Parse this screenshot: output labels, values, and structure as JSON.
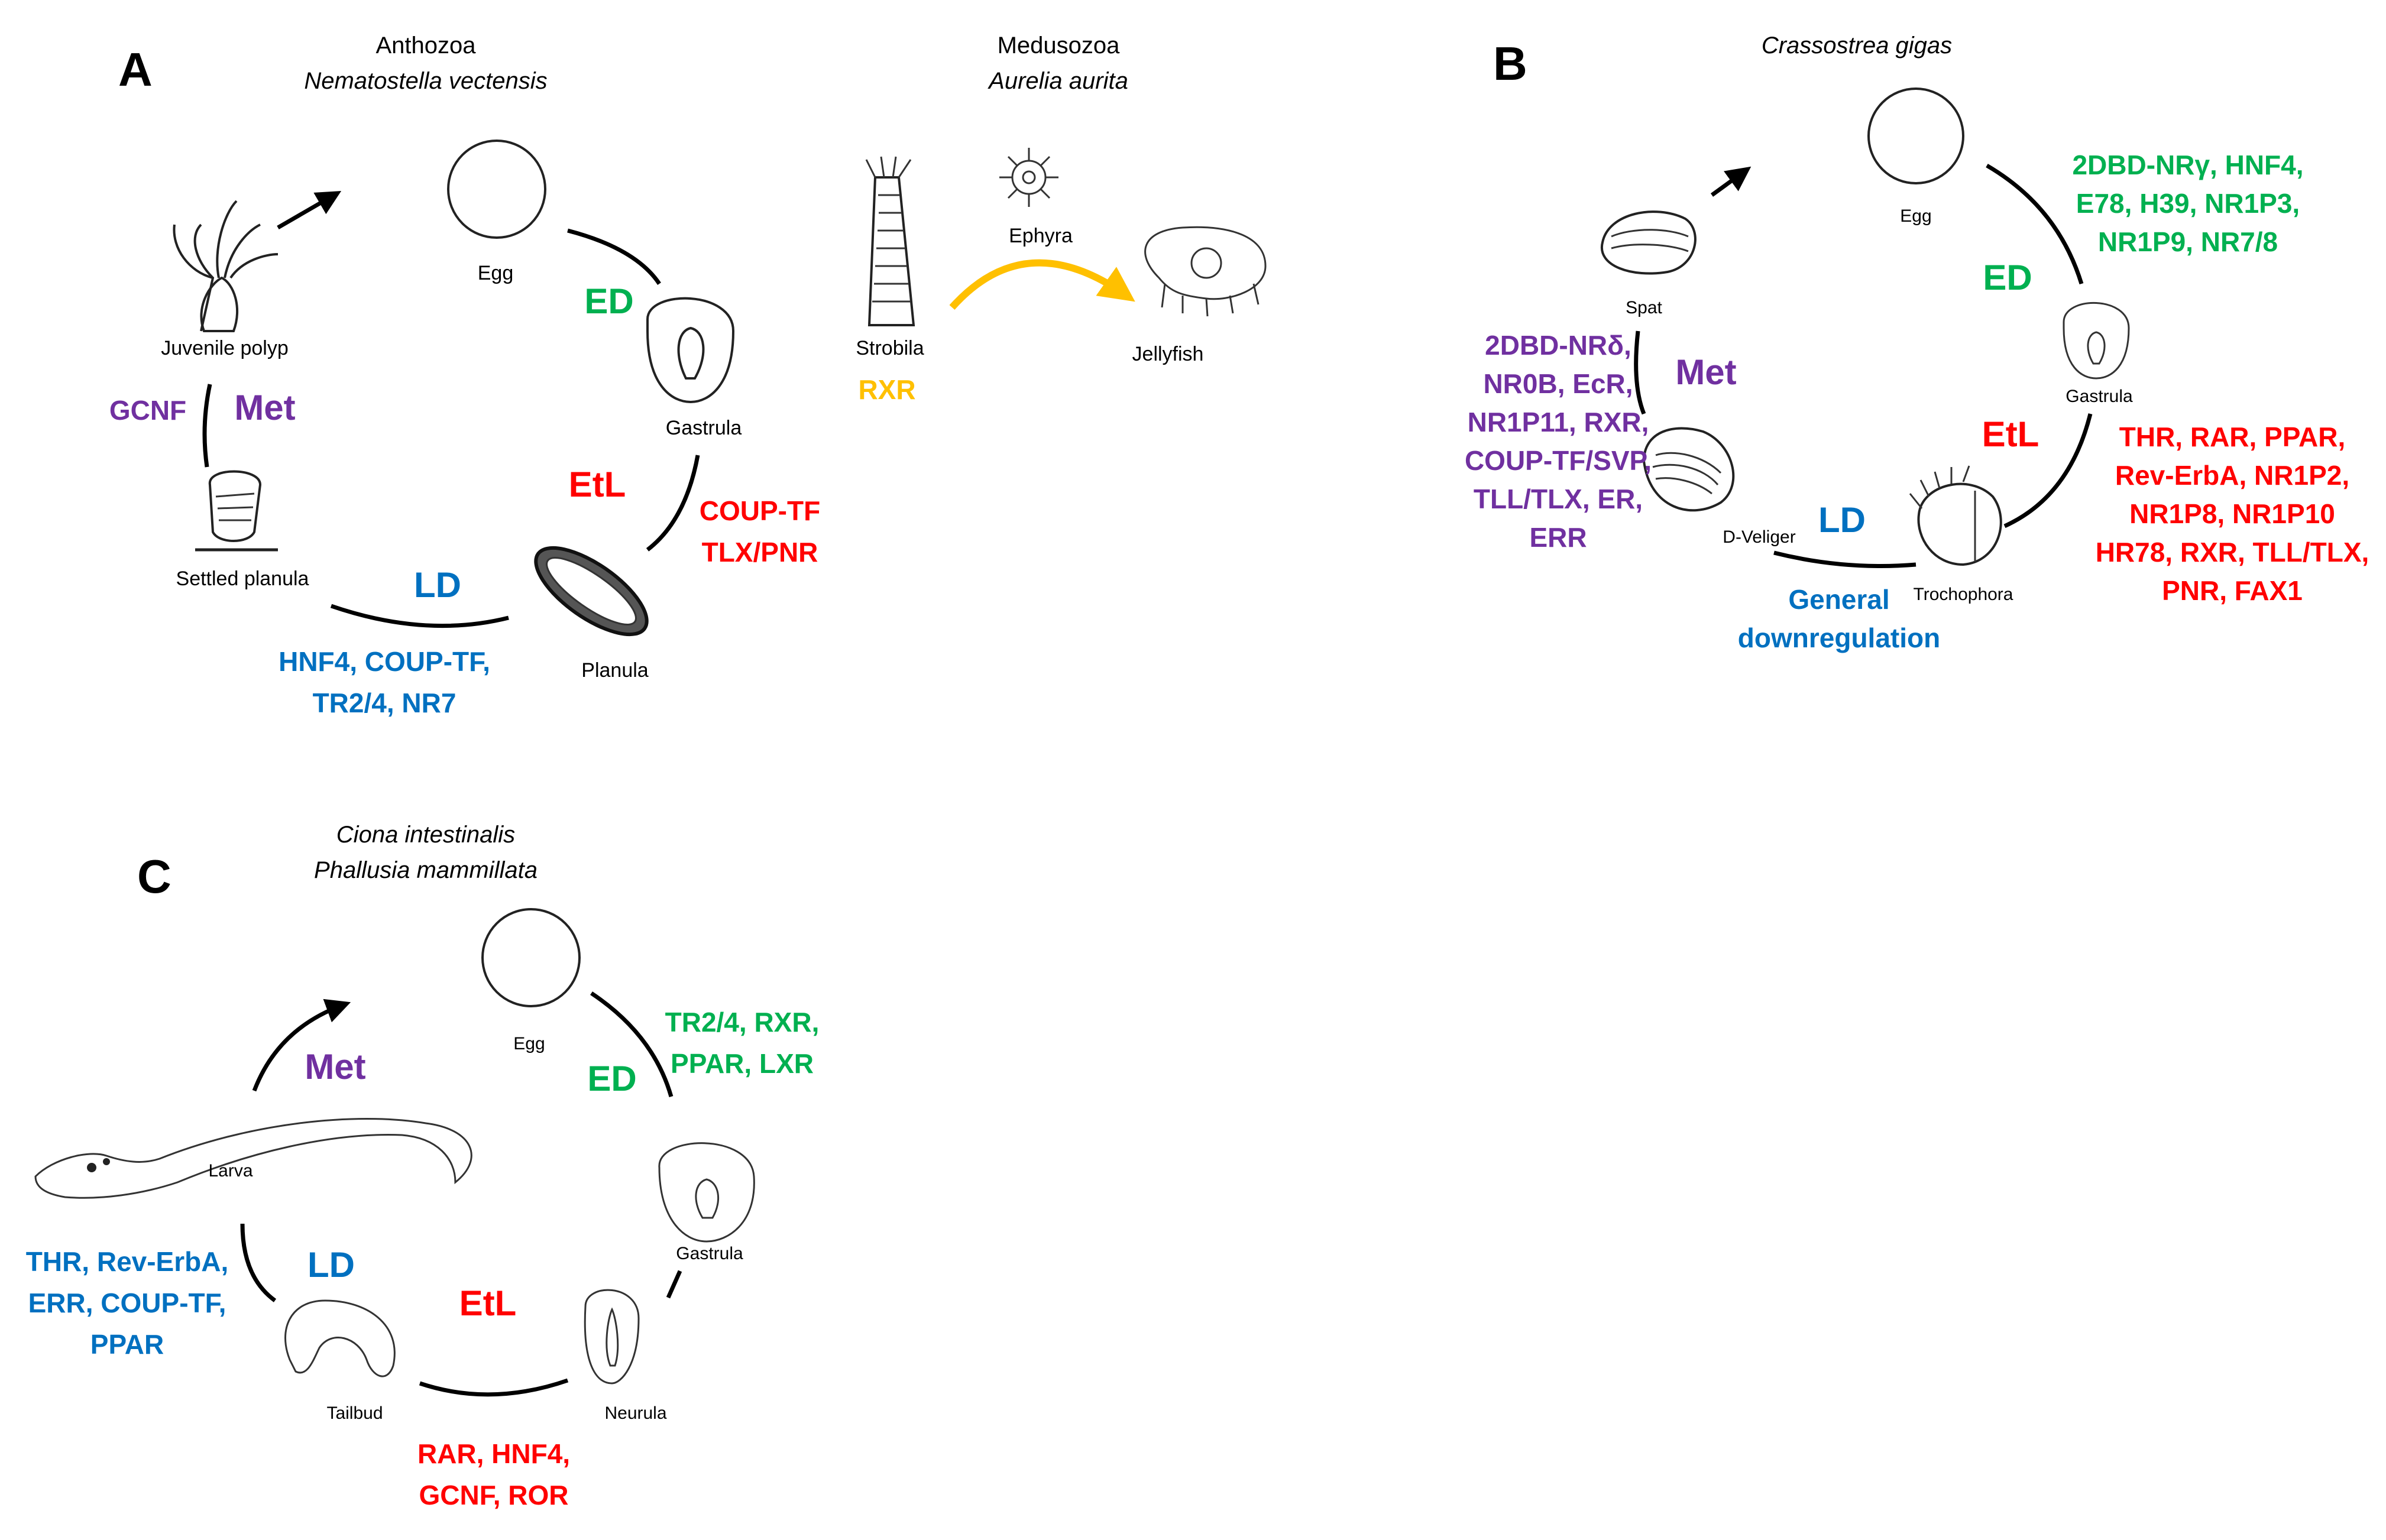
{
  "colors": {
    "ed": "#00b050",
    "etl": "#ff0000",
    "ld": "#0070c0",
    "met": "#7030a0",
    "rxr_aurelia": "#ffc000"
  },
  "panel_a": {
    "letter": "A",
    "anthozoa": {
      "clade": "Anthozoa",
      "species": "Nematostella vectensis"
    },
    "medusozoa": {
      "clade": "Medusozoa",
      "species": "Aurelia aurita"
    },
    "stages": {
      "egg": "Egg",
      "gastrula": "Gastrula",
      "planula": "Planula",
      "settled_planula": "Settled planula",
      "juvenile_polyp": "Juvenile polyp",
      "strobila": "Strobila",
      "ephyra": "Ephyra",
      "jellyfish": "Jellyfish"
    },
    "phases": {
      "ed": "ED",
      "etl": "EtL",
      "ld": "LD",
      "met": "Met"
    },
    "genes": {
      "etl": [
        "COUP-TF",
        "TLX/PNR"
      ],
      "ld": [
        "HNF4, COUP-TF,",
        "TR2/4, NR7"
      ],
      "met": "GCNF",
      "aurelia": "RXR"
    }
  },
  "panel_b": {
    "letter": "B",
    "species": "Crassostrea gigas",
    "stages": {
      "egg": "Egg",
      "gastrula": "Gastrula",
      "trochophora": "Trochophora",
      "d_veliger": "D-Veliger",
      "spat": "Spat"
    },
    "phases": {
      "ed": "ED",
      "etl": "EtL",
      "ld": "LD",
      "met": "Met"
    },
    "genes": {
      "ed": [
        "2DBD-NRγ, HNF4,",
        "E78, H39, NR1P3,",
        "NR1P9, NR7/8"
      ],
      "etl": [
        "THR, RAR, PPAR,",
        "Rev-ErbA, NR1P2,",
        "NR1P8, NR1P10",
        "HR78, RXR, TLL/TLX,",
        "PNR, FAX1"
      ],
      "ld": [
        "General",
        "downregulation"
      ],
      "met": [
        "2DBD-NRδ,",
        "NR0B, EcR,",
        "NR1P11,  RXR,",
        "COUP-TF/SVP,",
        "TLL/TLX, ER,",
        "ERR"
      ]
    }
  },
  "panel_c": {
    "letter": "C",
    "species_1": "Ciona intestinalis",
    "species_2": "Phallusia mammillata",
    "stages": {
      "egg": "Egg",
      "gastrula": "Gastrula",
      "neurula": "Neurula",
      "tailbud": "Tailbud",
      "larva": "Larva"
    },
    "phases": {
      "ed": "ED",
      "etl": "EtL",
      "ld": "LD",
      "met": "Met"
    },
    "genes": {
      "ed": [
        "TR2/4, RXR,",
        "PPAR, LXR"
      ],
      "etl": [
        "RAR, HNF4,",
        "GCNF, ROR"
      ],
      "ld": [
        "THR, Rev-ErbA,",
        "ERR, COUP-TF,",
        "PPAR"
      ]
    }
  }
}
